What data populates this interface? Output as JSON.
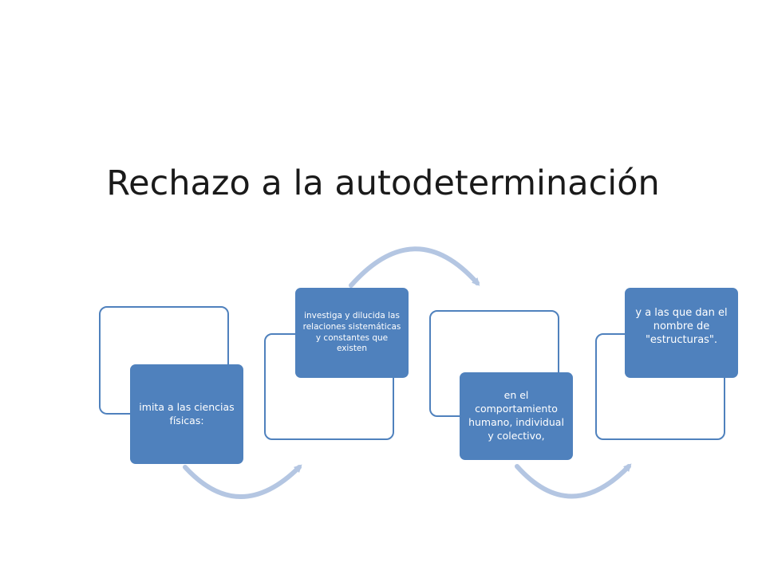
{
  "slide": {
    "title": "Rechazo a la autodeterminación"
  },
  "diagram": {
    "steps": [
      {
        "text": "imita a las ciencias físicas:"
      },
      {
        "text": "investiga y dilucida las relaciones sistemáticas y constantes que existen"
      },
      {
        "text": "en el comportamiento humano, individual y colectivo,"
      },
      {
        "text": "y a las que dan el nombre de \"estructuras\"."
      }
    ],
    "colors": {
      "fill": "#4f81bd",
      "outline": "#4f81bd",
      "arrow": "#b4c6e2",
      "text": "#ffffff",
      "title": "#1a1a1a"
    }
  }
}
